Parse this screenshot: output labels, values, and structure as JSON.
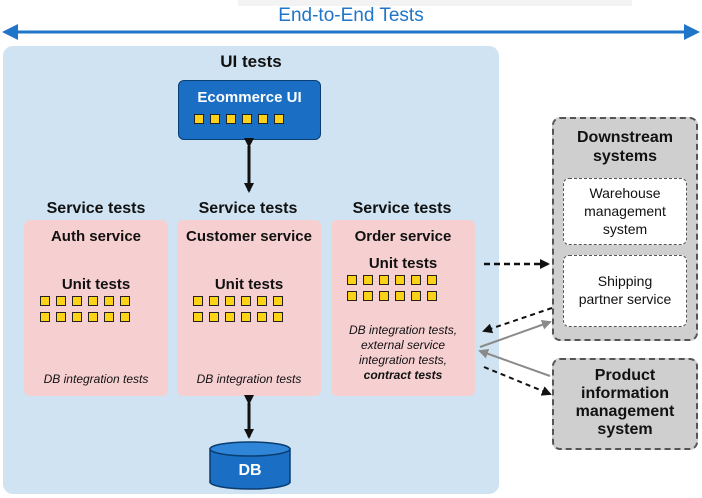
{
  "header": {
    "title": "End-to-End Tests"
  },
  "ui_tests": {
    "title": "UI tests",
    "ecommerce_ui": "Ecommerce UI",
    "ecommerce_squares": 6
  },
  "services": [
    {
      "tier": "Service tests",
      "name": "Auth service",
      "unit_label": "Unit tests",
      "squares": 12,
      "notes": [
        "DB integration tests"
      ],
      "bold_note": ""
    },
    {
      "tier": "Service tests",
      "name": "Customer service",
      "unit_label": "Unit tests",
      "squares": 12,
      "notes": [
        "DB integration tests"
      ],
      "bold_note": ""
    },
    {
      "tier": "Service tests",
      "name": "Order service",
      "unit_label": "Unit tests",
      "squares": 12,
      "notes": [
        "DB integration tests,",
        "external service",
        "integration tests,"
      ],
      "bold_note": "contract tests"
    }
  ],
  "downstream": {
    "title_line1": "Downstream",
    "title_line2": "systems",
    "warehouse": [
      "Warehouse",
      "management",
      "system"
    ],
    "shipping": [
      "Shipping",
      "partner service"
    ]
  },
  "pim": [
    "Product",
    "information",
    "management",
    "system"
  ],
  "database": {
    "label": "DB"
  },
  "colors": {
    "accent_blue": "#1f75c8",
    "ui_panel": "#cfe3f2",
    "service_box": "#f6cfd1",
    "ecommerce_box": "#1a6fc4",
    "unit_square": "#ffd21a",
    "external_box": "#cfcfcf"
  }
}
